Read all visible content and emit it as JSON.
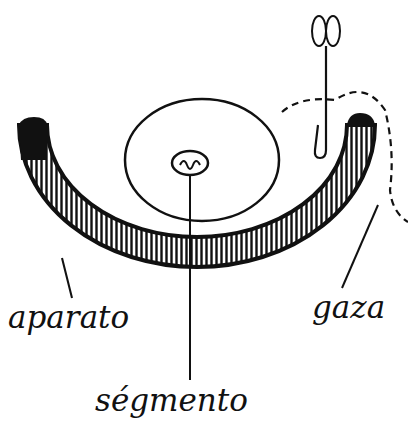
{
  "diagram": {
    "labels": [
      "aparato",
      "ségmento",
      "gaza"
    ]
  }
}
